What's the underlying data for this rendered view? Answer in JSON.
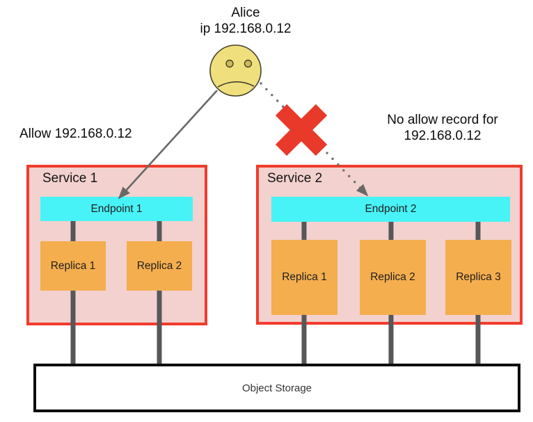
{
  "actor": {
    "name": "Alice",
    "ip": "ip 192.168.0.12"
  },
  "annotations": {
    "allow": "Allow 192.168.0.12",
    "no_allow_line1": "No allow record for",
    "no_allow_line2": "192.168.0.12"
  },
  "services": [
    {
      "title": "Service 1",
      "endpoint": "Endpoint 1",
      "replicas": [
        "Replica 1",
        "Replica 2"
      ]
    },
    {
      "title": "Service 2",
      "endpoint": "Endpoint 2",
      "replicas": [
        "Replica 1",
        "Replica 2",
        "Replica 3"
      ]
    }
  ],
  "storage": {
    "label": "Object Storage"
  },
  "icons": {
    "sad_face": "sad-face-icon",
    "blocked_cross": "blocked-cross-icon"
  },
  "colors": {
    "service_border_red": "#f23b2d",
    "service_fill_pink": "#f2d1ce",
    "endpoint_cyan": "#47f3f6",
    "replica_orange": "#f5ae4e",
    "cross_red": "#e8392a",
    "connector_gray": "#57575a",
    "arrow_gray": "#686868",
    "face_yellow": "#f0e07d",
    "storage_border_black": "#0d0d0d"
  }
}
